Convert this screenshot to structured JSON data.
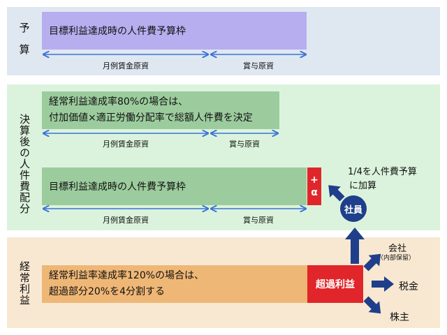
{
  "colors": {
    "band_budget": "#dfe7f1",
    "band_allocation": "#dbf3dc",
    "band_profit": "#f8e8d2",
    "box_budget": "#b7aef0",
    "box_allocation": "#9ccc9d",
    "box_profit": "#efb776",
    "arrow_blue": "#3a73d6",
    "red": "#e0262a",
    "navy": "#1f3f8a"
  },
  "sections": {
    "budget": {
      "title_chars": [
        "予",
        "算"
      ]
    },
    "allocation": {
      "title": "決算後の人件費配分"
    },
    "profit": {
      "title": "経常利益"
    }
  },
  "budget_box": {
    "text": "目標利益達成時の人件費予算枠"
  },
  "allocation_box1": {
    "line1": "経常利益達成率80%の場合は、",
    "line2": "付加価値×適正労働分配率で総額人件費を決定"
  },
  "allocation_box2": {
    "text": "目標利益達成時の人件費予算枠"
  },
  "profit_box": {
    "line1": "経常利益率達成率120%の場合は、",
    "line2": "超過部分20%を4分割する"
  },
  "labels": {
    "monthly_wage": "月例賃金原資",
    "bonus": "賞与原資"
  },
  "plus_alpha": {
    "plus": "+",
    "alpha": "α"
  },
  "excess_profit": "超過利益",
  "employee": "社員",
  "quarter_note": {
    "line1": "1/4を人件費予算",
    "line2": "に加算"
  },
  "outcomes": {
    "company": "会社",
    "company_note": "（内部保留）",
    "tax": "税金",
    "shareholders": "株主"
  }
}
